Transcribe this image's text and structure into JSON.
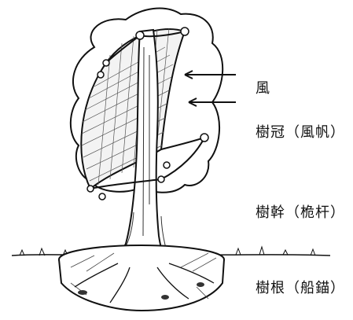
{
  "labels": {
    "wind": "風",
    "crown": "樹冠（風帆）",
    "trunk": "樹幹（桅杆）",
    "root": "樹根（船錨）"
  },
  "colors": {
    "ink": "#111111",
    "background": "#ffffff"
  }
}
